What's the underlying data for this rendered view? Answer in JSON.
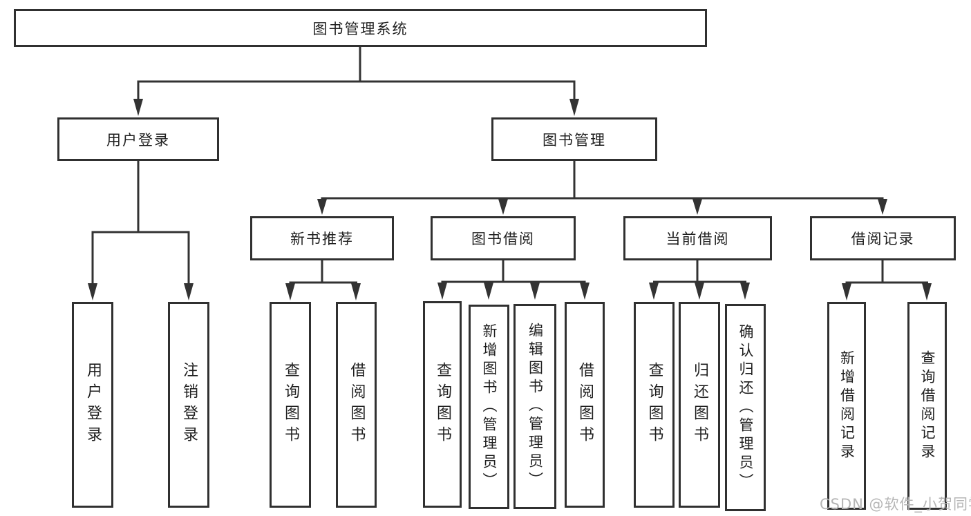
{
  "diagram": {
    "root": {
      "label": "图书管理系统"
    },
    "level2": [
      {
        "label": "用户登录"
      },
      {
        "label": "图书管理"
      }
    ],
    "level3": [
      {
        "label": "新书推荐"
      },
      {
        "label": "图书借阅"
      },
      {
        "label": "当前借阅"
      },
      {
        "label": "借阅记录"
      }
    ],
    "user_login_children": [
      {
        "label": "用户登录"
      },
      {
        "label": "注销登录"
      }
    ],
    "new_book_children": [
      {
        "label": "查询图书"
      },
      {
        "label": "借阅图书"
      }
    ],
    "book_borrow_children": [
      {
        "label": "查询图书"
      },
      {
        "label": "新增图书（管理员）"
      },
      {
        "label": "编辑图书（管理员）"
      },
      {
        "label": "借阅图书"
      }
    ],
    "current_borrow_children": [
      {
        "label": "查询图书"
      },
      {
        "label": "归还图书"
      },
      {
        "label": "确认归还（管理员）"
      }
    ],
    "borrow_record_children": [
      {
        "label": "新增借阅记录"
      },
      {
        "label": "查询借阅记录"
      }
    ]
  },
  "watermark": {
    "text": "CSDN @软件_小贺同学"
  },
  "colors": {
    "line": "#333333",
    "box_border": "#303030",
    "text": "#1f1f1f",
    "watermark": "#b5b5b5",
    "background": "#ffffff"
  }
}
